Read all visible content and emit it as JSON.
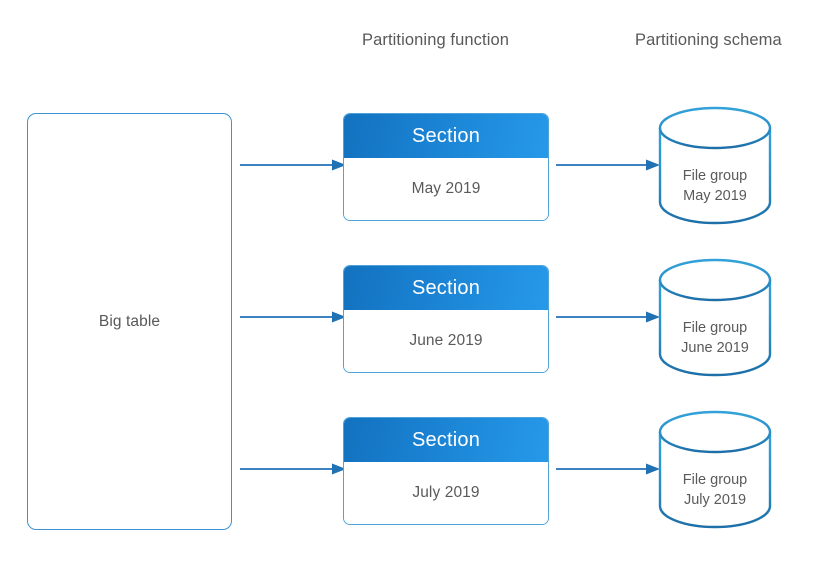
{
  "headers": {
    "partitioning_function": "Partitioning function",
    "partitioning_schema": "Partitioning schema"
  },
  "source": {
    "label": "Big table"
  },
  "sections": [
    {
      "title": "Section",
      "period": "May 2019"
    },
    {
      "title": "Section",
      "period": "June 2019"
    },
    {
      "title": "Section",
      "period": "July 2019"
    }
  ],
  "filegroups": [
    {
      "line1": "File group",
      "line2": "May 2019"
    },
    {
      "line1": "File group",
      "line2": "June 2019"
    },
    {
      "line1": "File group",
      "line2": "July 2019"
    }
  ],
  "colors": {
    "outline_blue": "#3f93d0",
    "header_gradient_start": "#1272bf",
    "header_gradient_end": "#2699e8",
    "arrow_blue": "#2171b5",
    "cylinder_stroke_top": "#2f9fd8",
    "cylinder_stroke_bottom": "#1d6fa8",
    "text_gray": "#595959",
    "background": "#ffffff"
  }
}
